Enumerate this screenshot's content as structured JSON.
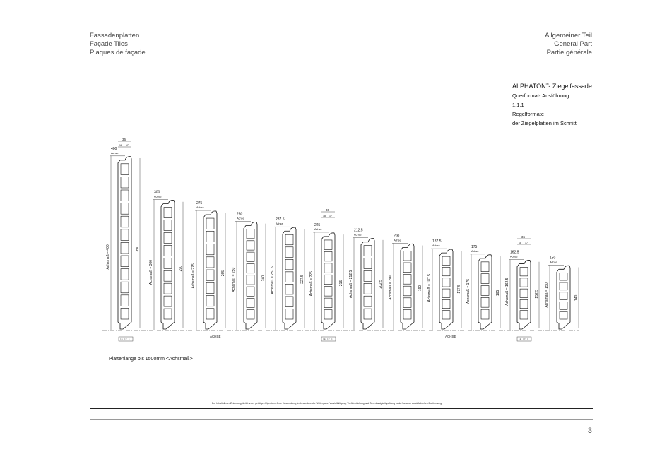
{
  "header": {
    "left": [
      "Fassadenplatten",
      "Façade Tiles",
      "Plaques de façade"
    ],
    "right": [
      "Allgemeiner Teil",
      "General Part",
      "Partie générale"
    ]
  },
  "title_block": {
    "brand": "ALPHATON",
    "brand_mark": "®",
    "brand_suffix": "- Ziegelfassade",
    "line2": "Querformat- Ausführung",
    "line3": "1.1.1",
    "line4": "Regelformate",
    "line5": "der Ziegelplatten  im Schnitt"
  },
  "drawing": {
    "axis_label": "Achse",
    "axis_line_label": "ACHSE",
    "axis_prefix": "Achsmaß = ",
    "width_dim": {
      "total": "36",
      "a": "18",
      "b": "17"
    },
    "bottom_dim": [
      "18",
      "17",
      "1"
    ],
    "profiles": [
      {
        "axis": "400",
        "height": "390"
      },
      {
        "axis": "300",
        "height": "290"
      },
      {
        "axis": "275",
        "height": "265"
      },
      {
        "axis": "250",
        "height": "240"
      },
      {
        "axis": "237.5",
        "height": "227.5"
      },
      {
        "axis": "225",
        "height": "215"
      },
      {
        "axis": "212.5",
        "height": "202.5"
      },
      {
        "axis": "200",
        "height": "190"
      },
      {
        "axis": "187.5",
        "height": "177.5"
      },
      {
        "axis": "175",
        "height": "165"
      },
      {
        "axis": "162.5",
        "height": "152.5"
      },
      {
        "axis": "150",
        "height": "140"
      }
    ]
  },
  "note": "Plattenlänge bis 1500mm  <Achsmaß>",
  "footer_note": "Der Inhalt dieser Zeichnung bleibt unser geistiges Eigentum. Jede Verwendung, insbesondere die Weitergabe, Vervielfältigung, Veröffentlichung und Zuverlässigkeitsprüfung bedarf unserer ausdrücklichen Zustimmung.",
  "page_number": "3"
}
